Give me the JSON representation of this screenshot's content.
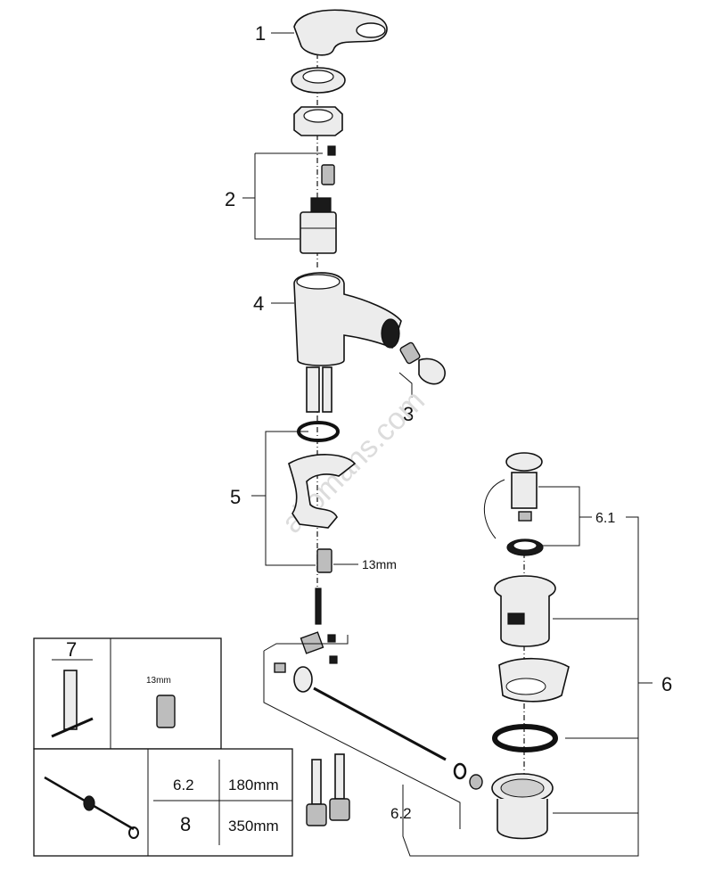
{
  "callouts": {
    "c1": "1",
    "c2": "2",
    "c3": "3",
    "c4": "4",
    "c5": "5",
    "c6": "6",
    "c61": "6.1",
    "c62": "6.2"
  },
  "dimension": "13mm",
  "tool_box": {
    "number": "7",
    "dimension": "13mm"
  },
  "length_table": {
    "rows": [
      {
        "part": "6.2",
        "length": "180mm"
      },
      {
        "part": "8",
        "length": "350mm"
      }
    ]
  },
  "watermark": "allomans.com"
}
